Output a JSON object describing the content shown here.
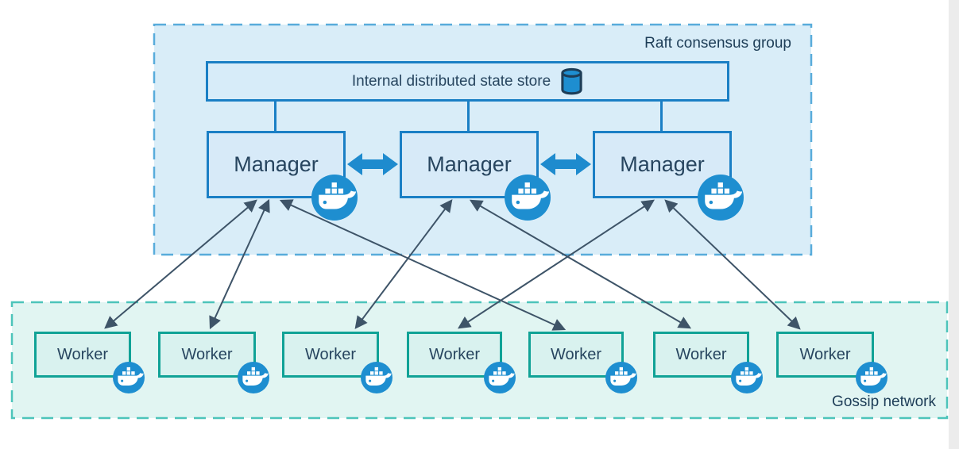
{
  "diagram": {
    "raft_group": {
      "label": "Raft consensus group",
      "state_store": {
        "label": "Internal distributed state store",
        "icon": "database-cylinder-icon"
      },
      "managers": [
        {
          "label": "Manager",
          "icon": "docker-whale-icon"
        },
        {
          "label": "Manager",
          "icon": "docker-whale-icon"
        },
        {
          "label": "Manager",
          "icon": "docker-whale-icon"
        }
      ]
    },
    "gossip_network": {
      "label": "Gossip network",
      "workers": [
        {
          "label": "Worker",
          "icon": "docker-whale-icon"
        },
        {
          "label": "Worker",
          "icon": "docker-whale-icon"
        },
        {
          "label": "Worker",
          "icon": "docker-whale-icon"
        },
        {
          "label": "Worker",
          "icon": "docker-whale-icon"
        },
        {
          "label": "Worker",
          "icon": "docker-whale-icon"
        },
        {
          "label": "Worker",
          "icon": "docker-whale-icon"
        },
        {
          "label": "Worker",
          "icon": "docker-whale-icon"
        }
      ]
    },
    "connections": {
      "manager_to_manager": [
        [
          "manager-1",
          "manager-2"
        ],
        [
          "manager-2",
          "manager-3"
        ]
      ],
      "manager_to_worker": [
        [
          "manager-1",
          "worker-1"
        ],
        [
          "manager-1",
          "worker-2"
        ],
        [
          "manager-1",
          "worker-5"
        ],
        [
          "manager-2",
          "worker-3"
        ],
        [
          "manager-2",
          "worker-6"
        ],
        [
          "manager-3",
          "worker-4"
        ],
        [
          "manager-3",
          "worker-7"
        ]
      ],
      "state_store_to": [
        "manager-1",
        "manager-2",
        "manager-3"
      ]
    },
    "colors": {
      "raft_fill": "#d9edf8",
      "raft_border": "#58acdb",
      "gossip_fill": "#e1f5f2",
      "gossip_border": "#4cc4ba",
      "manager_fill": "#d7eaf8",
      "manager_border": "#1a7fc5",
      "worker_fill": "#d9f2ef",
      "worker_border": "#10a296",
      "docker_blue": "#1e8ed0",
      "thick_arrow_blue": "#1e8bce",
      "worker_arrow_gray": "#3e5468",
      "text_dark": "#27455f"
    }
  }
}
